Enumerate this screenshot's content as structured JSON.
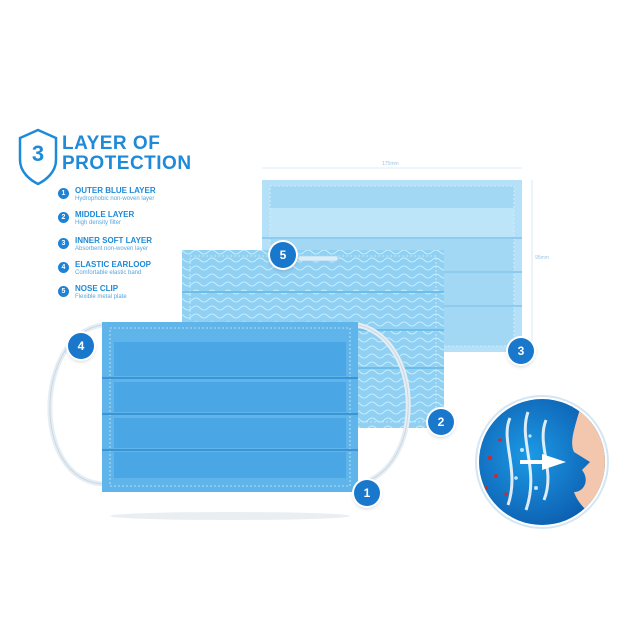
{
  "badge_number": "3",
  "title": {
    "line1": "LAYER OF",
    "line2": "PROTECTION"
  },
  "legend": [
    {
      "num": "1",
      "title": "OUTER BLUE LAYER",
      "desc": "Hydrophobic non-woven layer"
    },
    {
      "num": "2",
      "title": "MIDDLE LAYER",
      "desc": "High density filter"
    },
    {
      "num": "3",
      "title": "INNER SOFT LAYER",
      "desc": "Absorbent non-woven layer"
    },
    {
      "num": "4",
      "title": "ELASTIC EARLOOP",
      "desc": "Comfortable elastic band"
    },
    {
      "num": "5",
      "title": "NOSE CLIP",
      "desc": "Flexible metal plate"
    }
  ],
  "callouts": {
    "c1": "1",
    "c2": "2",
    "c3": "3",
    "c4": "4",
    "c5": "5"
  },
  "dimensions": {
    "width": "175mm",
    "height": "95mm"
  },
  "colors": {
    "accent": "#1e8ad8",
    "mask_outer": "#4da8e6",
    "mask_middle": "#7cc4f0",
    "mask_inner": "#a9dcf7",
    "badge": "#1a78cc"
  }
}
